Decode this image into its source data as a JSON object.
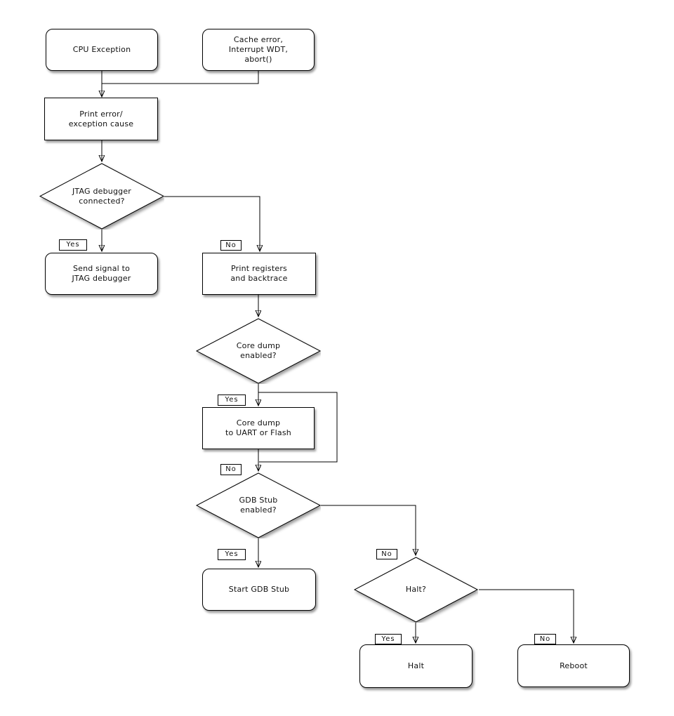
{
  "diagram": {
    "type": "flowchart",
    "colors": {
      "background": "#ffffff",
      "node_fill": "#ffffff",
      "node_stroke": "#000000",
      "text": "#111111",
      "shadow": "rgba(0,0,0,0.4)"
    },
    "nodes": {
      "cpu_exception": {
        "type": "terminal",
        "label": "CPU Exception"
      },
      "cache_error": {
        "type": "terminal",
        "label": "Cache error,\nInterrupt WDT,\nabort()"
      },
      "print_error": {
        "type": "process",
        "label": "Print error/\nexception cause"
      },
      "jtag_connected": {
        "type": "decision",
        "label": "JTAG debugger\nconnected?"
      },
      "send_signal": {
        "type": "terminal",
        "label": "Send signal to\nJTAG debugger"
      },
      "print_registers": {
        "type": "process",
        "label": "Print registers\nand backtrace"
      },
      "core_dump_enabled": {
        "type": "decision",
        "label": "Core dump\nenabled?"
      },
      "core_dump": {
        "type": "process",
        "label": "Core dump\nto UART or Flash"
      },
      "gdb_stub_enabled": {
        "type": "decision",
        "label": "GDB Stub\nenabled?"
      },
      "start_gdb_stub": {
        "type": "terminal",
        "label": "Start GDB Stub"
      },
      "halt_question": {
        "type": "decision",
        "label": "Halt?"
      },
      "halt": {
        "type": "terminal",
        "label": "Halt"
      },
      "reboot": {
        "type": "terminal",
        "label": "Reboot"
      }
    },
    "edge_labels": {
      "jtag_yes": "Yes",
      "jtag_no": "No",
      "core_dump_yes": "Yes",
      "core_dump_no": "No",
      "gdb_yes": "Yes",
      "gdb_no": "No",
      "halt_yes": "Yes",
      "halt_no": "No"
    },
    "edges": [
      {
        "from": "cpu_exception",
        "to": "print_error",
        "label": ""
      },
      {
        "from": "cache_error",
        "to": "print_error",
        "label": ""
      },
      {
        "from": "print_error",
        "to": "jtag_connected",
        "label": ""
      },
      {
        "from": "jtag_connected",
        "to": "send_signal",
        "label": "Yes"
      },
      {
        "from": "jtag_connected",
        "to": "print_registers",
        "label": "No"
      },
      {
        "from": "print_registers",
        "to": "core_dump_enabled",
        "label": ""
      },
      {
        "from": "core_dump_enabled",
        "to": "core_dump",
        "label": "Yes"
      },
      {
        "from": "core_dump_enabled",
        "to": "gdb_stub_enabled",
        "label": "No"
      },
      {
        "from": "core_dump",
        "to": "gdb_stub_enabled",
        "label": ""
      },
      {
        "from": "gdb_stub_enabled",
        "to": "start_gdb_stub",
        "label": "Yes"
      },
      {
        "from": "gdb_stub_enabled",
        "to": "halt_question",
        "label": "No"
      },
      {
        "from": "halt_question",
        "to": "halt",
        "label": "Yes"
      },
      {
        "from": "halt_question",
        "to": "reboot",
        "label": "No"
      }
    ]
  }
}
